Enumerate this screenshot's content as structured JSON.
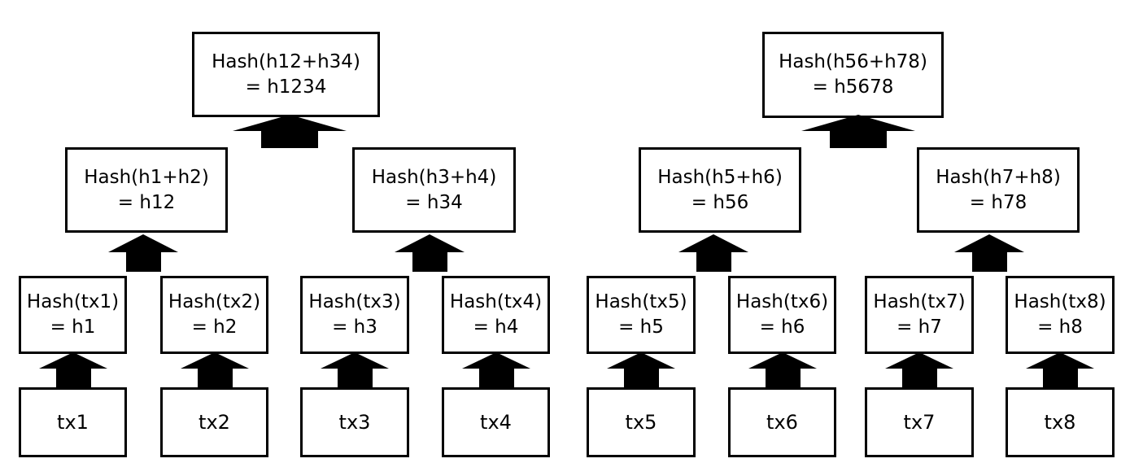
{
  "colors": {
    "background": "#ffffff",
    "box_fill": "#ffffff",
    "box_border": "#000000",
    "arrow_fill": "#000000",
    "text": "#000000"
  },
  "diagram_type": "merkle-tree",
  "tree": {
    "roots": [
      {
        "id": "h1234",
        "line1": "Hash(h12+h34)",
        "line2": "= h1234"
      },
      {
        "id": "h5678",
        "line1": "Hash(h56+h78)",
        "line2": "= h5678"
      }
    ],
    "branches": [
      {
        "id": "h12",
        "line1": "Hash(h1+h2)",
        "line2": "= h12"
      },
      {
        "id": "h34",
        "line1": "Hash(h3+h4)",
        "line2": "= h34"
      },
      {
        "id": "h56",
        "line1": "Hash(h5+h6)",
        "line2": "= h56"
      },
      {
        "id": "h78",
        "line1": "Hash(h7+h8)",
        "line2": "= h78"
      }
    ],
    "leaf_hashes": [
      {
        "id": "h1",
        "line1": "Hash(tx1)",
        "line2": "= h1"
      },
      {
        "id": "h2",
        "line1": "Hash(tx2)",
        "line2": "= h2"
      },
      {
        "id": "h3",
        "line1": "Hash(tx3)",
        "line2": "= h3"
      },
      {
        "id": "h4",
        "line1": "Hash(tx4)",
        "line2": "= h4"
      },
      {
        "id": "h5",
        "line1": "Hash(tx5)",
        "line2": "= h5"
      },
      {
        "id": "h6",
        "line1": "Hash(tx6)",
        "line2": "= h6"
      },
      {
        "id": "h7",
        "line1": "Hash(tx7)",
        "line2": "= h7"
      },
      {
        "id": "h8",
        "line1": "Hash(tx8)",
        "line2": "= h8"
      }
    ],
    "transactions": [
      {
        "id": "tx1",
        "label": "tx1"
      },
      {
        "id": "tx2",
        "label": "tx2"
      },
      {
        "id": "tx3",
        "label": "tx3"
      },
      {
        "id": "tx4",
        "label": "tx4"
      },
      {
        "id": "tx5",
        "label": "tx5"
      },
      {
        "id": "tx6",
        "label": "tx6"
      },
      {
        "id": "tx7",
        "label": "tx7"
      },
      {
        "id": "tx8",
        "label": "tx8"
      }
    ]
  }
}
